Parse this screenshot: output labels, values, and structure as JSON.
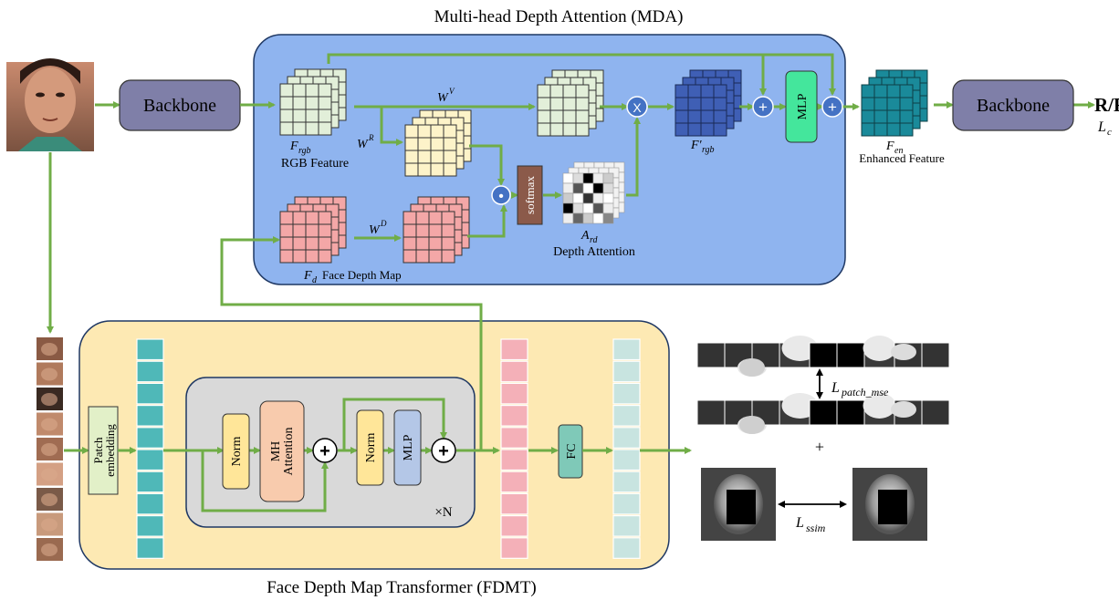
{
  "titles": {
    "mda": "Multi-head Depth Attention (MDA)",
    "fdmt": "Face Depth Map Transformer (FDMT)"
  },
  "blocks": {
    "backbone_left": "Backbone",
    "backbone_right": "Backbone",
    "softmax": "softmax",
    "mlp_mda": "MLP",
    "patch_embedding_line1": "Patch",
    "patch_embedding_line2": "embedding",
    "norm1": "Norm",
    "mh_attention_line1": "MH",
    "mh_attention_line2": "Attention",
    "norm2": "Norm",
    "mlp_fdmt": "MLP",
    "fc": "FC",
    "repeat": "×N"
  },
  "operators": {
    "multiply": "X",
    "dot": "•",
    "plus": "+"
  },
  "labels": {
    "f_rgb_main": "F",
    "f_rgb_sub": "rgb",
    "rgb_feature": "RGB Feature",
    "f_d_main": "F",
    "f_d_sub": "d",
    "face_depth_map": "Face Depth Map",
    "a_rd_main": "A",
    "a_rd_sub": "rd",
    "depth_attention": "Depth Attention",
    "f_rgb_prime_main": "F′",
    "f_rgb_prime_sub": "rgb",
    "f_en_main": "F",
    "f_en_sub": "en",
    "enhanced_feature": "Enhanced Feature",
    "w_v_main": "W",
    "w_v_sup": "V",
    "w_r_main": "W",
    "w_r_sup": "R",
    "w_d_main": "W",
    "w_d_sup": "D",
    "output": "R/F",
    "l_c_main": "L",
    "l_c_sub": "c",
    "l_patch_main": "L",
    "l_patch_sub": "patch_mse",
    "l_ssim_main": "L",
    "l_ssim_sub": "ssim",
    "plus_between_losses": "+"
  },
  "colors": {
    "arrow_green": "#70ad47",
    "mda_bg": "#8fb4ef",
    "fdmt_bg": "#fde9b3",
    "encoder_bg": "#d9d9d9",
    "backbone": "#7f7fa8",
    "rgb_cube": "#e2efd9",
    "wr_cube": "#fdf3c9",
    "depth_cube": "#f4a7a7",
    "rgbprime_cube": "#3f5fb5",
    "enhanced_cube": "#1a8a9a",
    "mlp_green": "#44e69c",
    "softmax": "#8b5a4a",
    "teal_token": "#4fb8b8",
    "pink_token": "#f4b0b8",
    "lightteal_token": "#c8e4e0",
    "norm_yellow": "#ffe699",
    "mh_attn": "#f8cbad",
    "mlp_blue": "#b4c7e7",
    "fc_teal": "#7fc9b8",
    "patch_green": "#e2f0c8"
  }
}
